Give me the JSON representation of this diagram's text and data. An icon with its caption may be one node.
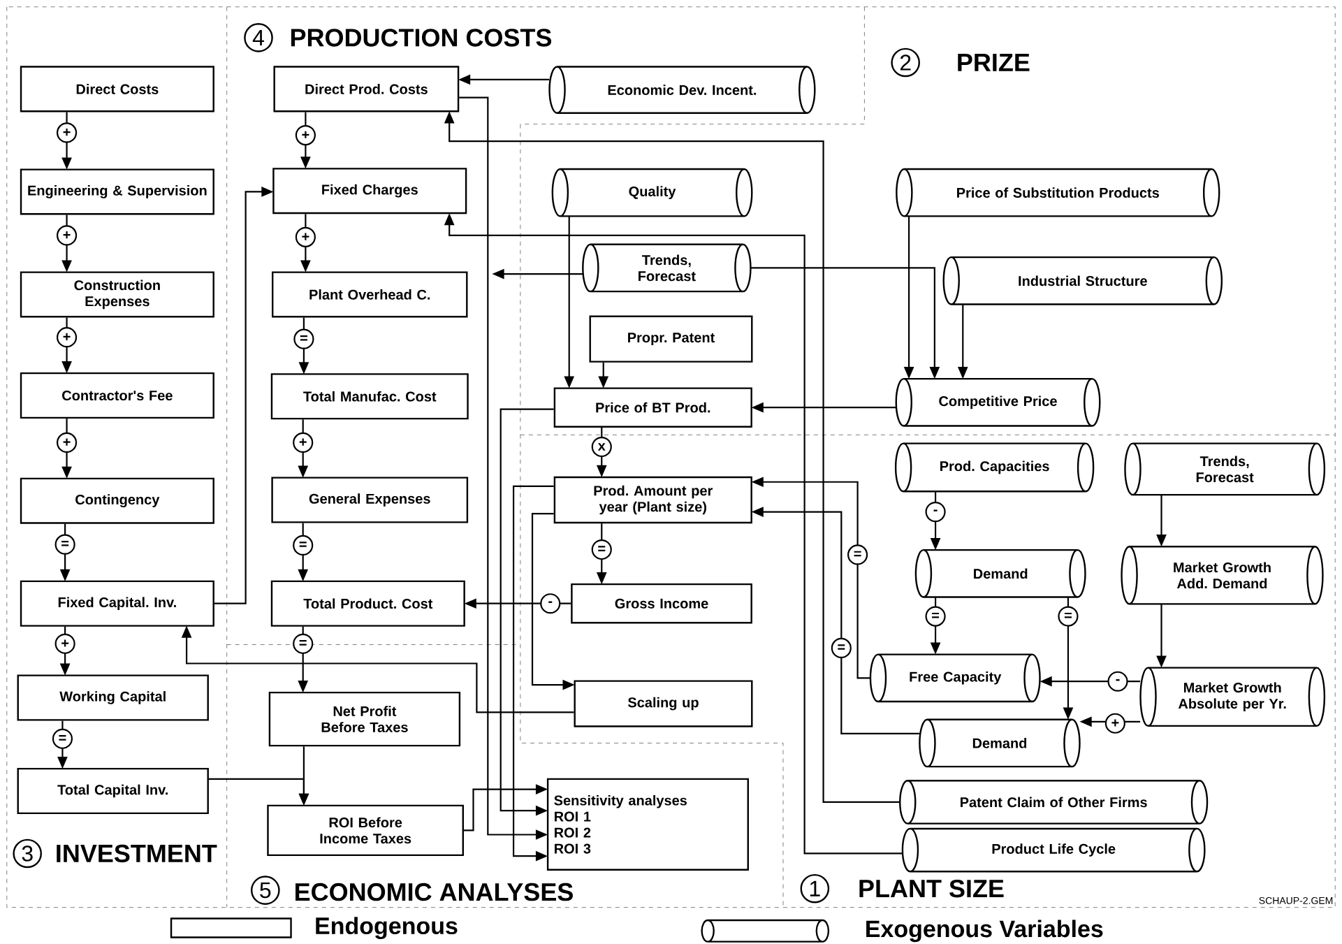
{
  "diagram": {
    "nodes": [
      {
        "text": [
          "Direct Costs"
        ]
      },
      {
        "text": [
          "Engineering & Supervision"
        ]
      },
      {
        "text": [
          "Construction Expenses"
        ]
      },
      {
        "text": [
          "Contractor's Fee"
        ]
      },
      {
        "text": [
          "Contingency"
        ]
      },
      {
        "text": [
          "Fixed Capital. Inv."
        ]
      },
      {
        "text": [
          "Working Capital"
        ]
      },
      {
        "text": [
          "Total Capital Inv."
        ]
      },
      {
        "text": [
          "Direct Prod. Costs"
        ]
      },
      {
        "text": [
          "Fixed Charges"
        ]
      },
      {
        "text": [
          "Plant Overhead C."
        ]
      },
      {
        "text": [
          "Total Manufac. Cost"
        ]
      },
      {
        "text": [
          "General Expenses"
        ]
      },
      {
        "text": [
          "Total Product. Cost"
        ]
      },
      {
        "text": [
          "Net Profit Before Taxes"
        ]
      },
      {
        "text": [
          "ROI Before Income Taxes"
        ]
      },
      {
        "text": [
          "Economic Dev. Incent."
        ]
      },
      {
        "text": [
          "Quality"
        ]
      },
      {
        "text": [
          "Trends, Forecast"
        ]
      },
      {
        "text": [
          "Propr. Patent"
        ]
      },
      {
        "text": [
          "Price of BT Prod."
        ]
      },
      {
        "text": [
          "Prod. Amount per year (Plant size)"
        ]
      },
      {
        "text": [
          "Gross Income"
        ]
      },
      {
        "text": [
          "Scaling up"
        ]
      },
      {
        "text": [
          "Sensitivity analyses",
          "ROI 1",
          "ROI 2",
          "ROI 3"
        ]
      },
      {
        "text": [
          "Price of Substitution Products"
        ]
      },
      {
        "text": [
          "Industrial Structure"
        ]
      },
      {
        "text": [
          "Competitive Price"
        ]
      },
      {
        "text": [
          "Prod. Capacities"
        ]
      },
      {
        "text": [
          "Trends, Forecast"
        ]
      },
      {
        "text": [
          "Demand"
        ]
      },
      {
        "text": [
          "Market Growth Add. Demand"
        ]
      },
      {
        "text": [
          "Free Capacity"
        ]
      },
      {
        "text": [
          "Market Growth Absolute per Yr."
        ]
      },
      {
        "text": [
          "Demand"
        ]
      },
      {
        "text": [
          "Patent Claim of Other Firms"
        ]
      },
      {
        "text": [
          "Product Life Cycle"
        ]
      }
    ],
    "edges": [
      {
        "from": 0,
        "to": 1,
        "arrow": "to",
        "label": "+"
      },
      {
        "from": 1,
        "to": 2,
        "arrow": "to",
        "label": "+"
      },
      {
        "from": 2,
        "to": 3,
        "arrow": "to",
        "label": "+"
      },
      {
        "from": 3,
        "to": 4,
        "arrow": "to",
        "label": "+"
      },
      {
        "from": 4,
        "to": 5,
        "arrow": "to",
        "label": "="
      },
      {
        "from": 5,
        "to": 6,
        "arrow": "to",
        "label": "+"
      },
      {
        "from": 6,
        "to": 7,
        "arrow": "to",
        "label": "="
      },
      {
        "from": 8,
        "to": 9,
        "arrow": "to",
        "label": "+"
      },
      {
        "from": 9,
        "to": 10,
        "arrow": "to",
        "label": "+"
      },
      {
        "from": 10,
        "to": 11,
        "arrow": "to",
        "label": "="
      },
      {
        "from": 11,
        "to": 12,
        "arrow": "to",
        "label": "+"
      },
      {
        "from": 12,
        "to": 13,
        "arrow": "to",
        "label": "="
      },
      {
        "from": 13,
        "to": 14,
        "arrow": "to",
        "label": "="
      },
      {
        "from": 14,
        "to": 15,
        "arrow": "to"
      },
      {
        "from": 7,
        "to": 15,
        "arrow": "to"
      },
      {
        "from": 5,
        "to": 9,
        "arrow": "to"
      },
      {
        "from": 16,
        "to": 8,
        "arrow": "to"
      },
      {
        "from": 8,
        "to": 24,
        "arrow": "to"
      },
      {
        "from": 20,
        "to": 24,
        "arrow": "to"
      },
      {
        "from": 21,
        "to": 24,
        "arrow": "to"
      },
      {
        "from": 15,
        "to": 24,
        "arrow": "to"
      },
      {
        "from": 18,
        "to": null,
        "arrow": "to"
      },
      {
        "from": 18,
        "to": 27,
        "arrow": "to"
      },
      {
        "from": 17,
        "to": 20,
        "arrow": "to"
      },
      {
        "from": 19,
        "to": 20,
        "arrow": "to"
      },
      {
        "from": 25,
        "to": 27,
        "arrow": "to"
      },
      {
        "from": 26,
        "to": 27,
        "arrow": "to"
      },
      {
        "from": 27,
        "to": 20,
        "arrow": "to"
      },
      {
        "from": 20,
        "to": 21,
        "arrow": "to",
        "label": "x"
      },
      {
        "from": 21,
        "to": 22,
        "arrow": "to",
        "label": "="
      },
      {
        "from": 22,
        "to": 13,
        "arrow": "to",
        "label": "-"
      },
      {
        "from": 21,
        "to": 23,
        "arrow": "to"
      },
      {
        "from": 23,
        "to": 5,
        "arrow": "to"
      },
      {
        "from": 35,
        "to": 8,
        "arrow": "to"
      },
      {
        "from": 36,
        "to": 9,
        "arrow": "to"
      },
      {
        "from": 28,
        "to": 30,
        "arrow": "to",
        "label": "-"
      },
      {
        "from": 30,
        "to": 32,
        "arrow": "to",
        "label": "="
      },
      {
        "from": 30,
        "to": 34,
        "arrow": "to",
        "label": "="
      },
      {
        "from": 29,
        "to": 31,
        "arrow": "to"
      },
      {
        "from": 31,
        "to": 33,
        "arrow": "to"
      },
      {
        "from": 33,
        "to": 32,
        "arrow": "to",
        "label": "-"
      },
      {
        "from": 33,
        "to": 34,
        "arrow": "to",
        "label": "+"
      },
      {
        "from": 32,
        "to": 21,
        "arrow": "to",
        "label": "="
      },
      {
        "from": 34,
        "to": 21,
        "arrow": "to",
        "label": "="
      }
    ],
    "labels": [
      "4",
      "PRODUCTION COSTS",
      "2",
      "PRIZE",
      "3",
      "INVESTMENT",
      "5",
      "ECONOMIC ANALYSES",
      "1",
      "PLANT SIZE",
      "SCHAUP-2.GEM"
    ],
    "legend": [
      {
        "text": "Endogenous"
      },
      {
        "text": "Exogenous Variables"
      }
    ]
  }
}
